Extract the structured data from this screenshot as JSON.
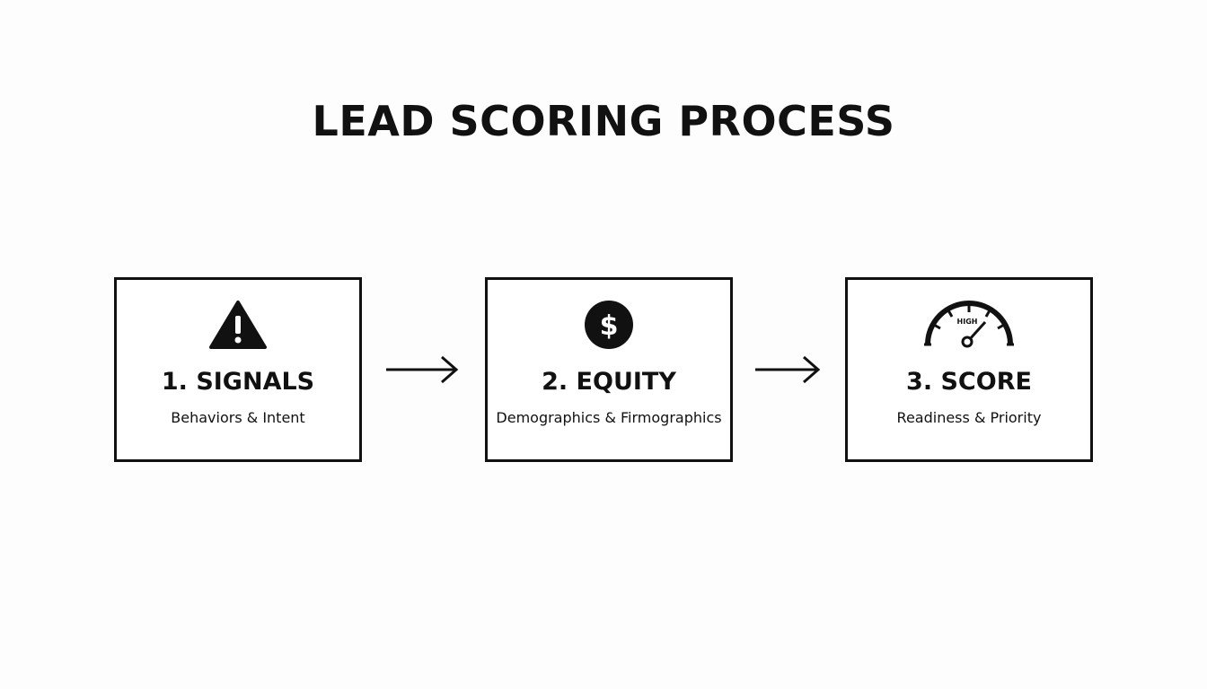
{
  "title": "LEAD SCORING PROCESS",
  "steps": [
    {
      "title": "1. SIGNALS",
      "subtitle": "Behaviors & Intent",
      "icon": "warning-icon"
    },
    {
      "title": "2. EQUITY",
      "subtitle": "Demographics & Firmographics",
      "icon": "dollar-icon"
    },
    {
      "title": "3. SCORE",
      "subtitle": "Readiness & Priority",
      "icon": "gauge-icon",
      "gauge_label": "HIGH"
    }
  ]
}
